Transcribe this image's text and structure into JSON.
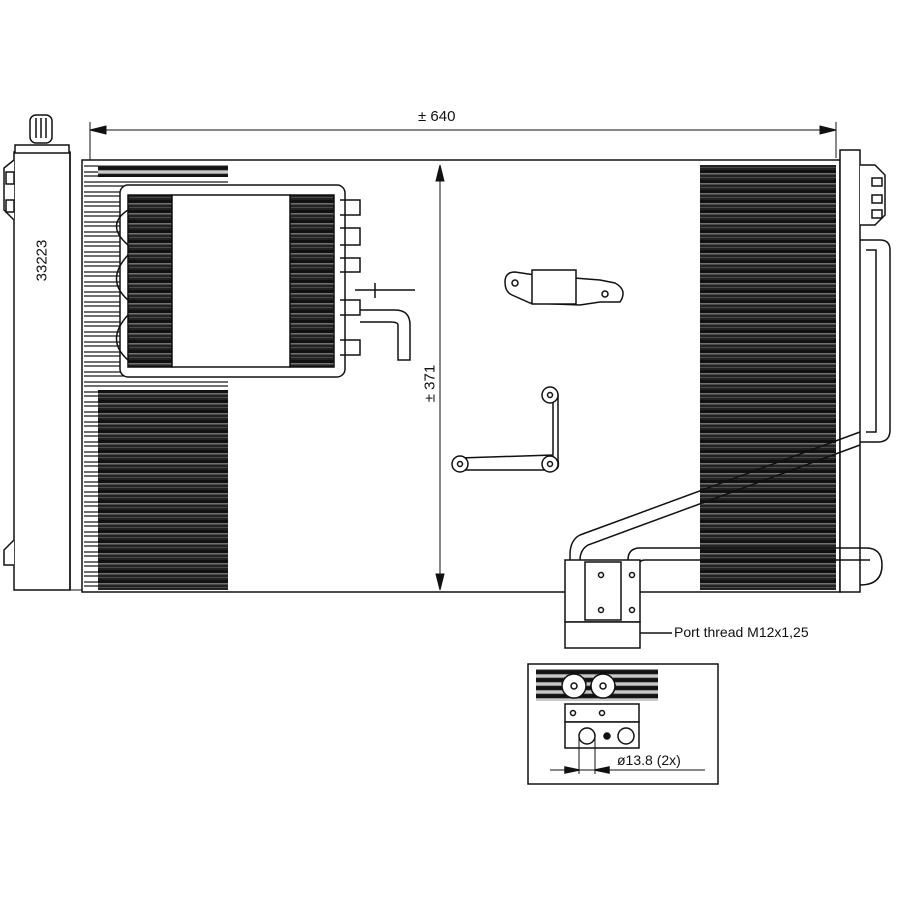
{
  "dimensions": {
    "width": "± 640",
    "height": "± 371",
    "part_number": "33223"
  },
  "annotations": {
    "port_thread": "Port thread M12x1,25",
    "port_diameter": "ø13.8 (2x)"
  }
}
